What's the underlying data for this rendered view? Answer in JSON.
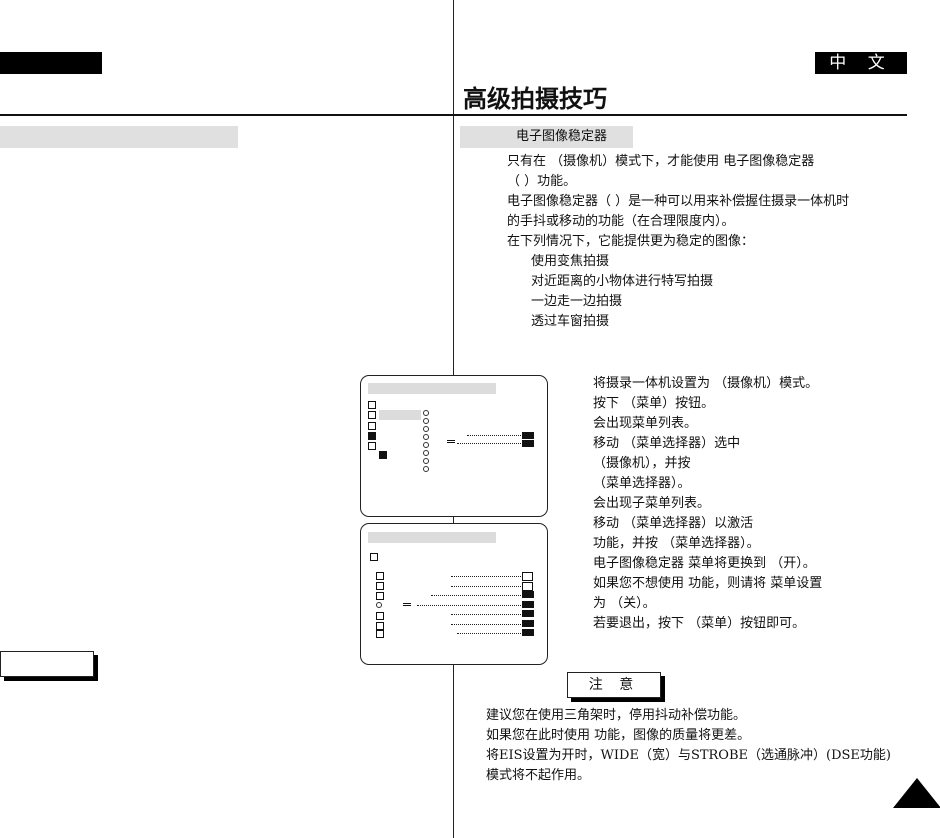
{
  "header": {
    "language_label": "中 文",
    "page_title": "高级拍摄技巧"
  },
  "section": {
    "title": "电子图像稳定器",
    "intro_lines": [
      "只有在        （摄像机）模式下，才能使用 电子图像稳定器",
      "（    ）功能。",
      "电子图像稳定器（    ）是一种可以用来补偿握住摄录一体机时",
      "的手抖或移动的功能（在合理限度内）。",
      "在下列情况下，它能提供更为稳定的图像："
    ],
    "cases": [
      "使用变焦拍摄",
      "对近距离的小物体进行特写拍摄",
      "一边走一边拍摄",
      "透过车窗拍摄"
    ]
  },
  "steps": [
    "将摄录一体机设置为        （摄像机）模式。",
    "按下          （菜单）按钮。",
    "    会出现菜单列表。",
    "移动                    （菜单选择器）选中",
    "              （摄像机），并按",
    "（菜单选择器）。",
    "    会出现子菜单列表。",
    "移动                    （菜单选择器）以激活",
    "功能，并按                    （菜单选择器）。",
    "          电子图像稳定器  菜单将更换到     （开）。",
    "  如果您不想使用    功能，则请将    菜单设置",
    "  为     （关）。",
    "若要退出，按下          （菜单）按钮即可。"
  ],
  "note": {
    "label": "注 意",
    "lines": [
      "建议您在使用三角架时，停用抖动补偿功能。",
      "如果您在此时使用    功能，图像的质量将更差。",
      "将EIS设置为开时，WIDE（宽）与STROBE（选通脉冲）(DSE功能)",
      "模式将不起作用。"
    ]
  },
  "icons": {
    "nav": "next-page-triangle-icon",
    "menu_folder": "menu-folder-icon",
    "eis": "eis-hand-icon"
  }
}
